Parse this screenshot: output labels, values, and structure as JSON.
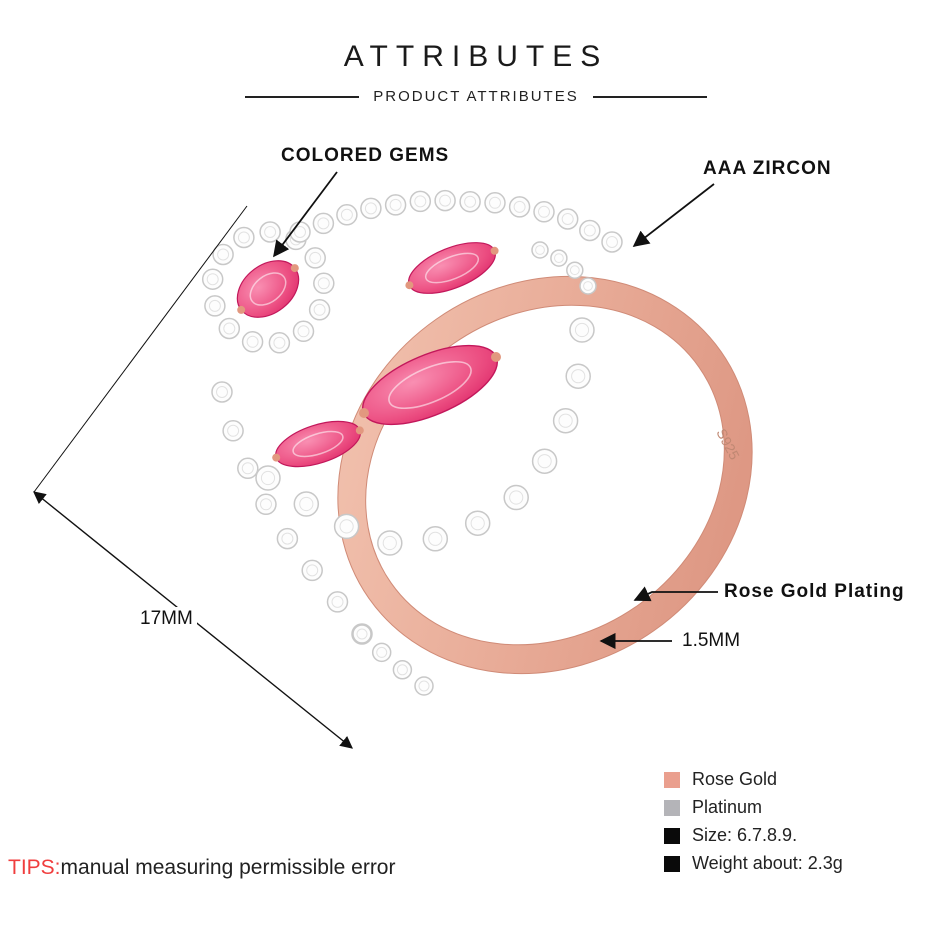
{
  "header": {
    "title": "ATTRIBUTES",
    "subtitle": "PRODUCT ATTRIBUTES"
  },
  "annotations": {
    "colored_gems": "COLORED GEMS",
    "aaa_zircon": "AAA ZIRCON",
    "rose_gold_plating": "Rose Gold Plating",
    "band_width": "1.5MM",
    "diameter": "17MM"
  },
  "ring": {
    "engraving": "S925"
  },
  "legend": [
    {
      "swatch": "#ea9f8e",
      "label": "Rose Gold"
    },
    {
      "swatch": "#b4b4b8",
      "label": "Platinum"
    },
    {
      "swatch": "#0a0a0a",
      "label": "Size: 6.7.8.9."
    },
    {
      "swatch": "#0a0a0a",
      "label": "Weight about: 2.3g"
    }
  ],
  "tips": {
    "prefix": "TIPS:",
    "text": "manual measuring permissible error"
  },
  "colors": {
    "rose_gold": "#e8ab97",
    "rose_gold_dark": "#d98f7b",
    "gem_pink": "#e8376d",
    "stone_stroke": "#c8c8c8",
    "annotation": "#111111"
  }
}
